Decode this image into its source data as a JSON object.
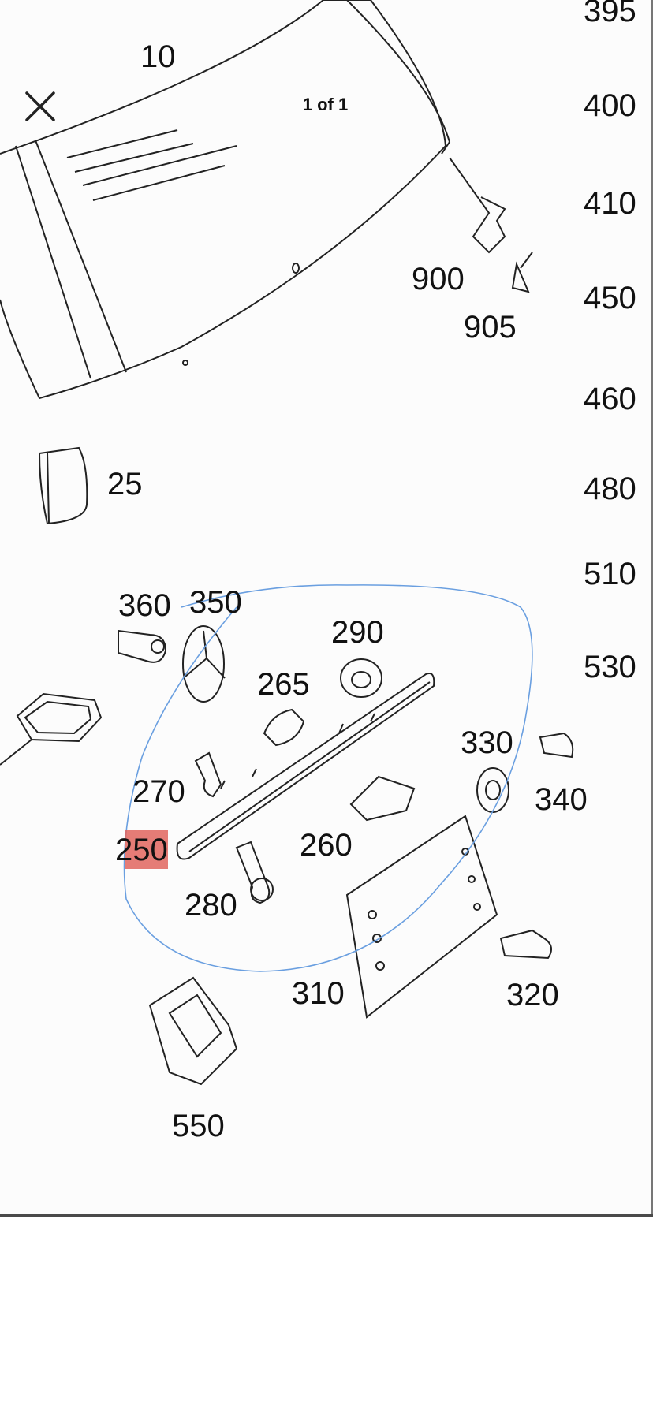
{
  "viewer": {
    "counter": "1 of 1",
    "close_icon": "close-icon"
  },
  "diagram": {
    "part_numbers": {
      "p10": "10",
      "p25": "25",
      "p250": "250",
      "p260": "260",
      "p265": "265",
      "p270": "270",
      "p280": "280",
      "p290": "290",
      "p310": "310",
      "p320": "320",
      "p330": "330",
      "p340": "340",
      "p350": "350",
      "p360": "360",
      "p550": "550",
      "p900": "900",
      "p905": "905"
    },
    "side_column": [
      "395",
      "400",
      "410",
      "450",
      "460",
      "480",
      "510",
      "530"
    ],
    "highlight_color": "#e0655e",
    "annotation_color": "#6a9fe0"
  }
}
